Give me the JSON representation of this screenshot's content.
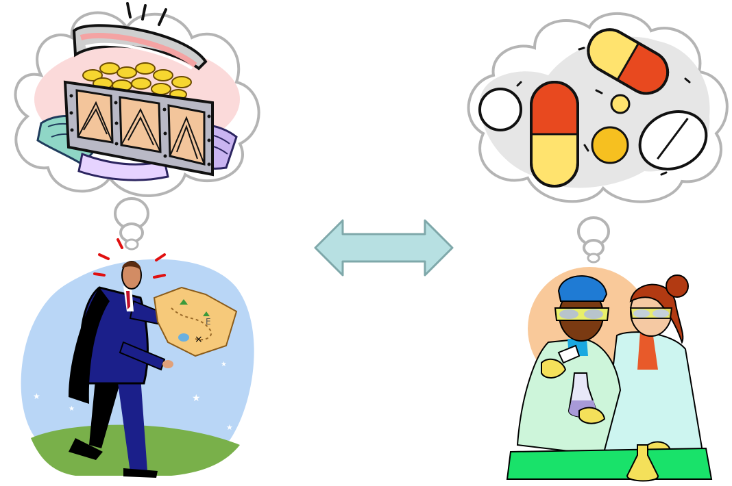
{
  "scene": {
    "left": {
      "thought": "treasure-chest",
      "figure": "businessman-with-treasure-map"
    },
    "center": {
      "connector": "double-headed-arrow"
    },
    "right": {
      "thought": "pills-and-capsules",
      "figure": "two-lab-scientists"
    }
  },
  "colors": {
    "background": "#ffffff",
    "arrow_fill": "#b7e0e2",
    "arrow_stroke": "#7fa8aa",
    "sky": "#b9d6f6",
    "grass": "#79b04a",
    "suit": "#1b1f8a",
    "capsule_red": "#e8491f",
    "capsule_yellow": "#ffe36e",
    "lab_bench": "#19e26a"
  }
}
